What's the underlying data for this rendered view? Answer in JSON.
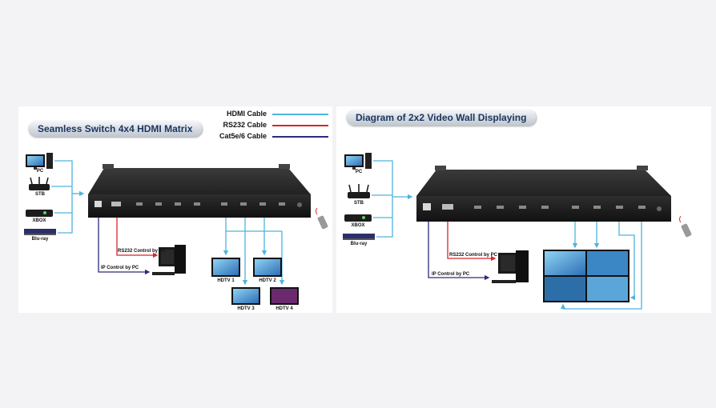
{
  "legend": {
    "hdmi": "HDMI Cable",
    "rs232": "RS232 Cable",
    "cat": "Cat5e/6 Cable"
  },
  "colors": {
    "hdmi": "#4fb4dc",
    "rs232": "#d8262a",
    "cat": "#2c2a7c"
  },
  "left": {
    "title": "Seamless Switch 4x4 HDMI Matrix",
    "sources": [
      "PC",
      "STB",
      "XBOX",
      "Blu-ray"
    ],
    "rs232": "RS232 Control by PC",
    "ip": "IP Control by PC",
    "displays": [
      "HDTV 1",
      "HDTV 2",
      "HDTV 3",
      "HDTV 4"
    ]
  },
  "right": {
    "title": "Diagram of 2x2 Video Wall Displaying",
    "sources": [
      "PC",
      "STB",
      "XBOX",
      "Blu-ray"
    ],
    "rs232": "RS232 Control by PC",
    "ip": "IP Control by PC"
  }
}
